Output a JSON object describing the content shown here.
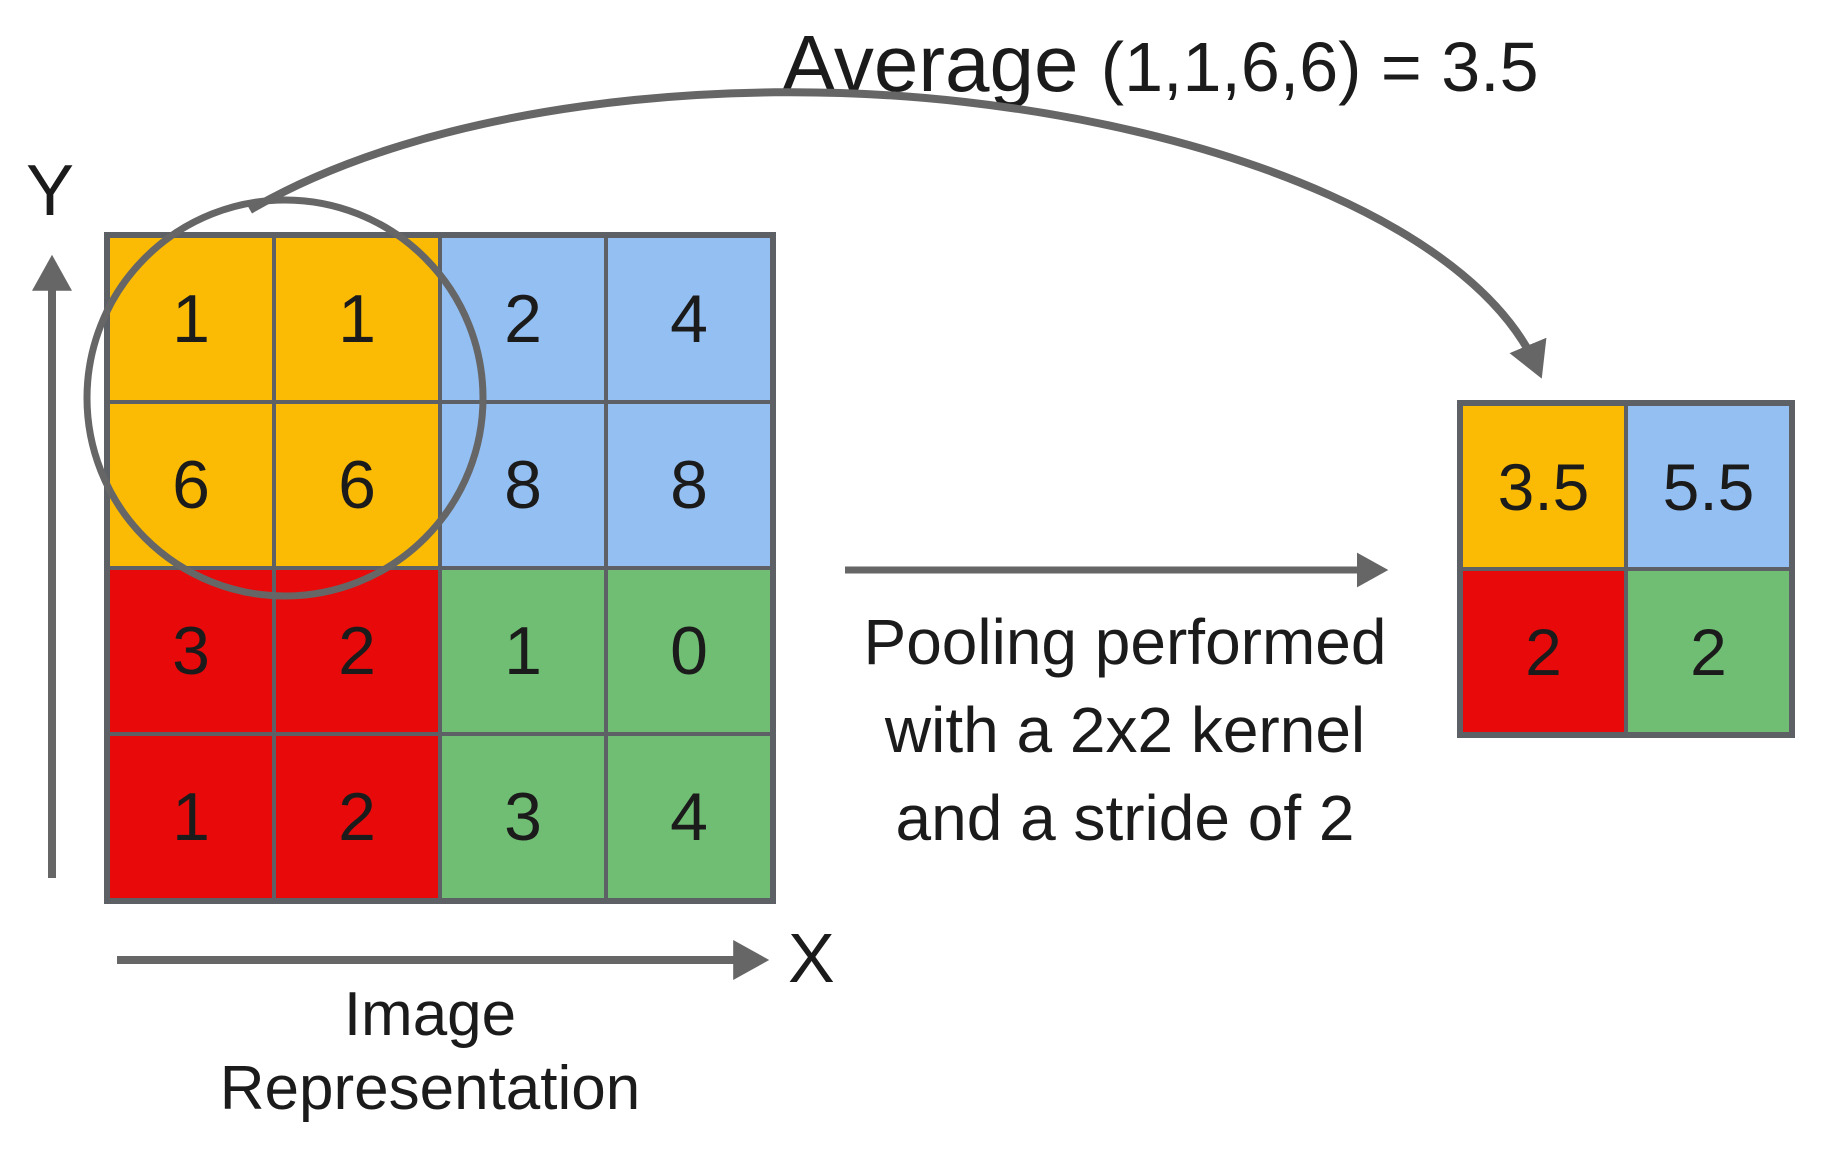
{
  "title": {
    "word": "Average",
    "expression": "(1,1,6,6) = 3.5"
  },
  "axes": {
    "y_label": "Y",
    "x_label": "X"
  },
  "caption": {
    "line1": "Image",
    "line2": "Representation"
  },
  "pooling_note": {
    "line1": "Pooling performed",
    "line2": "with a 2x2 kernel",
    "line3": "and a stride of 2"
  },
  "colors": {
    "orange": "#FBBB04",
    "blue": "#93BFF2",
    "red": "#E80A0A",
    "green": "#6FBE73",
    "line_gray": "#666666",
    "grid_border_gray": "#5D6166",
    "text": "#1B1B1B"
  },
  "input_grid": {
    "rows": 4,
    "cols": 4,
    "cells": [
      {
        "value": "1",
        "color": "#FBBB04"
      },
      {
        "value": "1",
        "color": "#FBBB04"
      },
      {
        "value": "2",
        "color": "#93BFF2"
      },
      {
        "value": "4",
        "color": "#93BFF2"
      },
      {
        "value": "6",
        "color": "#FBBB04"
      },
      {
        "value": "6",
        "color": "#FBBB04"
      },
      {
        "value": "8",
        "color": "#93BFF2"
      },
      {
        "value": "8",
        "color": "#93BFF2"
      },
      {
        "value": "3",
        "color": "#E80A0A"
      },
      {
        "value": "2",
        "color": "#E80A0A"
      },
      {
        "value": "1",
        "color": "#6FBE73"
      },
      {
        "value": "0",
        "color": "#6FBE73"
      },
      {
        "value": "1",
        "color": "#E80A0A"
      },
      {
        "value": "2",
        "color": "#E80A0A"
      },
      {
        "value": "3",
        "color": "#6FBE73"
      },
      {
        "value": "4",
        "color": "#6FBE73"
      }
    ]
  },
  "output_grid": {
    "rows": 2,
    "cols": 2,
    "cells": [
      {
        "value": "3.5",
        "color": "#FBBB04"
      },
      {
        "value": "5.5",
        "color": "#93BFF2"
      },
      {
        "value": "2",
        "color": "#E80A0A"
      },
      {
        "value": "2",
        "color": "#6FBE73"
      }
    ]
  }
}
